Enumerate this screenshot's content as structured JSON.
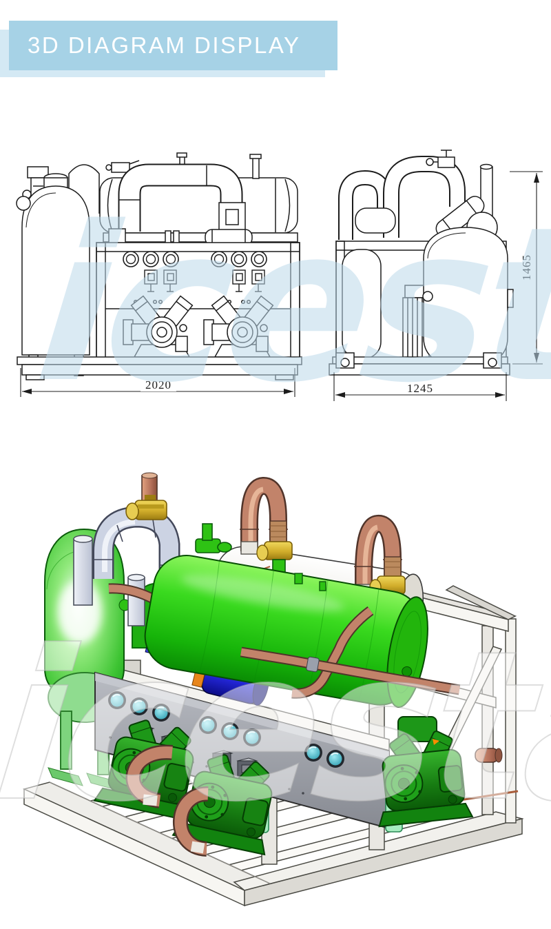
{
  "header": {
    "title": "3D DIAGRAM DISPLAY"
  },
  "brand_watermark": "icesta",
  "drawing_2d": {
    "dim_width_front": "2020",
    "dim_width_side": "1245",
    "dim_height": "1465"
  },
  "colors": {
    "banner": "#a6d2e6",
    "banner_shadow": "#d4e9f4",
    "line_black": "#1c1c1c",
    "watermark_blue": "#c3dcee",
    "watermark_gray": "#dddddd",
    "vessel_green": "#2cc913",
    "tank_green": "#57d348",
    "copper": "#c2836a",
    "brass": "#dcba2e",
    "pump_blue": "#2326d6",
    "frame_white": "#f4f3ef",
    "panel_gray": "#9fa3ab",
    "gauge_teal": "#49bcc9"
  }
}
